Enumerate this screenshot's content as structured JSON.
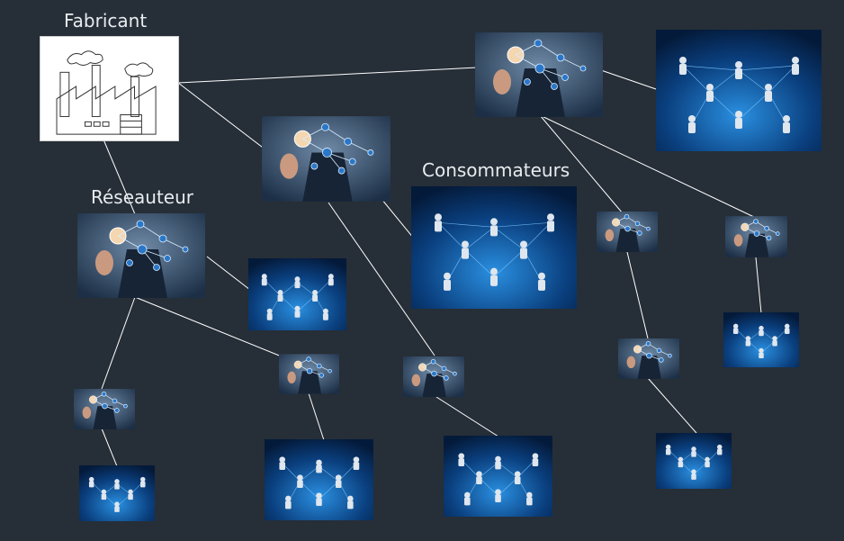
{
  "labels": {
    "manufacturer": "Fabricant",
    "networker": "Réseauteur",
    "consumers": "Consommateurs"
  },
  "colors": {
    "background": "#262e37",
    "link": "#ffffff",
    "network_glow": "#2a8fe0",
    "network_dark": "#041a3a",
    "hand_photo": "#3b5a7c"
  },
  "node_types": {
    "factory": "factory-sketch-image",
    "networker": "hand-touching-network-image",
    "consumer": "people-network-image"
  }
}
